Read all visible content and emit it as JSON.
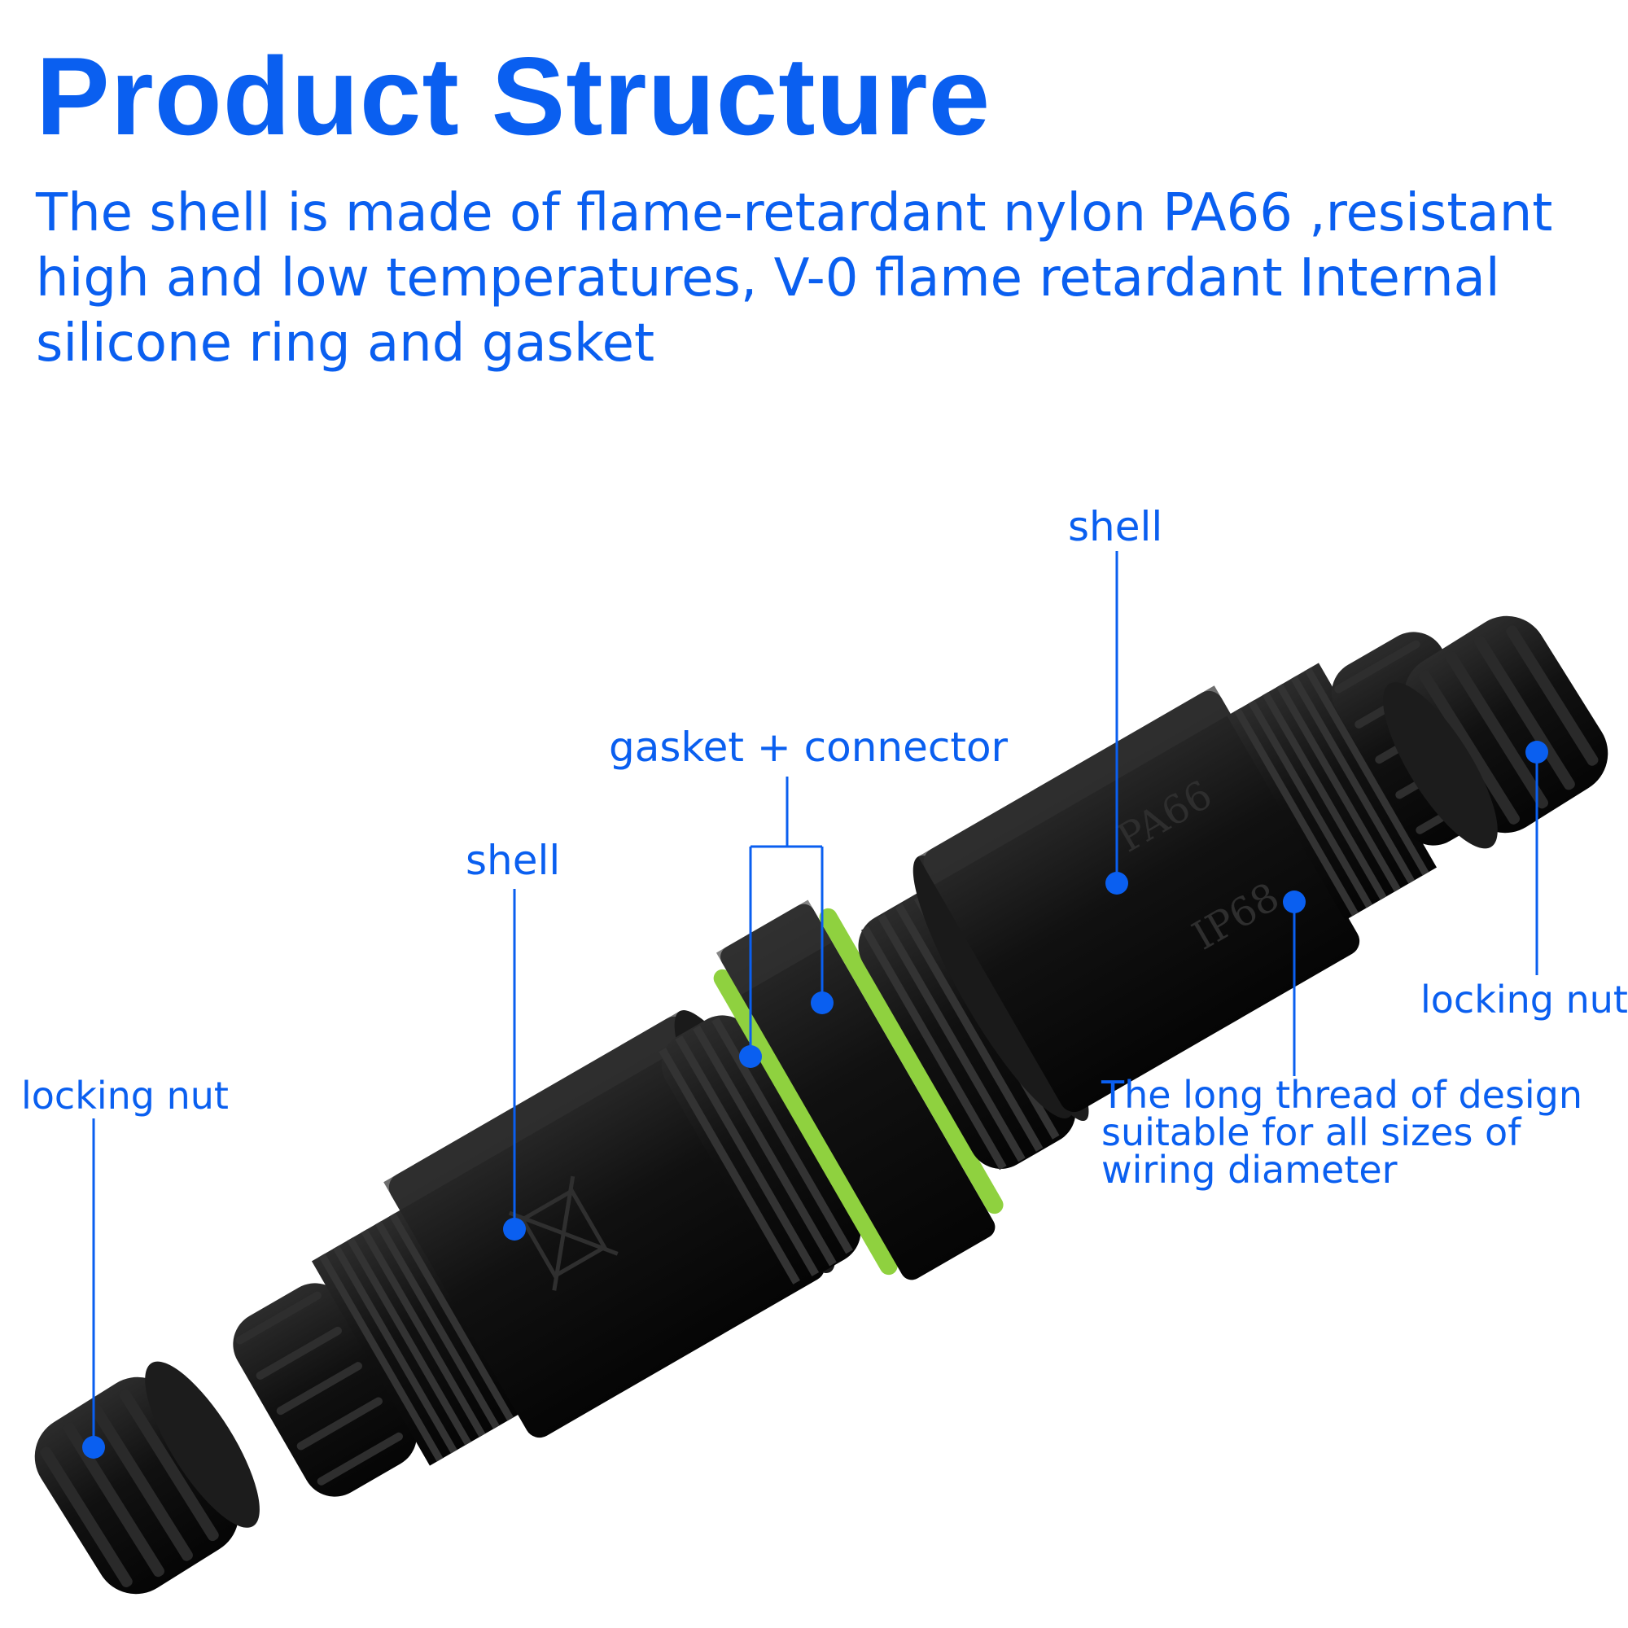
{
  "header": {
    "title": "Product Structure",
    "description": "The shell is made of flame-retardant nylon PA66 ,resistant high and low temperatures, V-0 flame retardant Internal silicone ring and gasket"
  },
  "callouts": {
    "shell_right": "shell",
    "shell_left": "shell",
    "gasket_connector": "gasket + connector",
    "locking_nut_right": "locking nut",
    "locking_nut_left": "locking nut",
    "thread_note": [
      "The long thread of design",
      "suitable for all sizes of",
      "wiring diameter"
    ]
  },
  "part_markings": {
    "material": "PA66",
    "rating": "IP68"
  },
  "colors": {
    "accent_blue": "#0a5ff0",
    "part_black": "#141414",
    "gasket_green": "#8fd13f"
  }
}
